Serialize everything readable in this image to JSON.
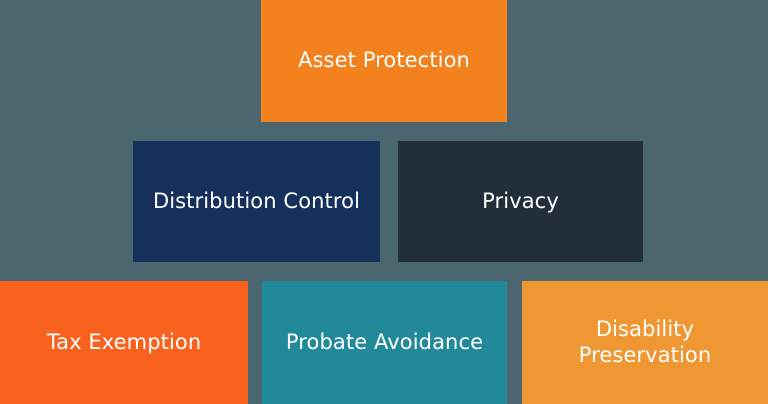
{
  "diagram": {
    "type": "pyramid-hierarchy",
    "background_color": "#4c6670",
    "text_color": "#ffffff",
    "rows": [
      {
        "level": 1,
        "nodes": [
          {
            "id": "asset-protection",
            "label": "Asset Protection",
            "color": "#f2811e"
          }
        ]
      },
      {
        "level": 2,
        "nodes": [
          {
            "id": "distribution-control",
            "label": "Distribution Control",
            "color": "#16305c"
          },
          {
            "id": "privacy",
            "label": "Privacy",
            "color": "#222e3c"
          }
        ]
      },
      {
        "level": 3,
        "nodes": [
          {
            "id": "tax-exemption",
            "label": "Tax Exemption",
            "color": "#f9621e"
          },
          {
            "id": "probate-avoidance",
            "label": "Probate Avoidance",
            "color": "#21899a"
          },
          {
            "id": "disability-preservation",
            "label": "Disability\nPreservation",
            "color": "#ee9733"
          }
        ]
      }
    ]
  }
}
